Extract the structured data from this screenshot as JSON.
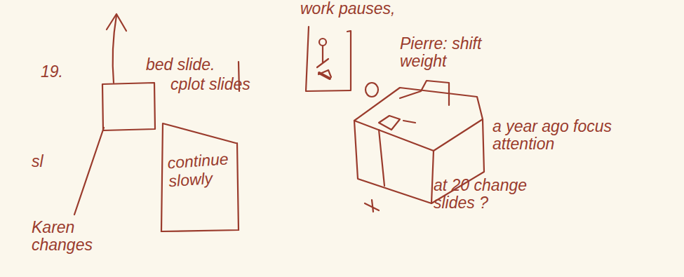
{
  "diagram": {
    "nodes": [
      {
        "text": [
          "continue slowly"
        ]
      }
    ],
    "labels": [
      "work pauses,",
      "19.",
      "sl",
      "bed slide.",
      "cplot slides",
      "Pierre: shift weight",
      "Karen changes",
      "a year ago focus attention",
      "at 20 change slides ?"
    ]
  }
}
